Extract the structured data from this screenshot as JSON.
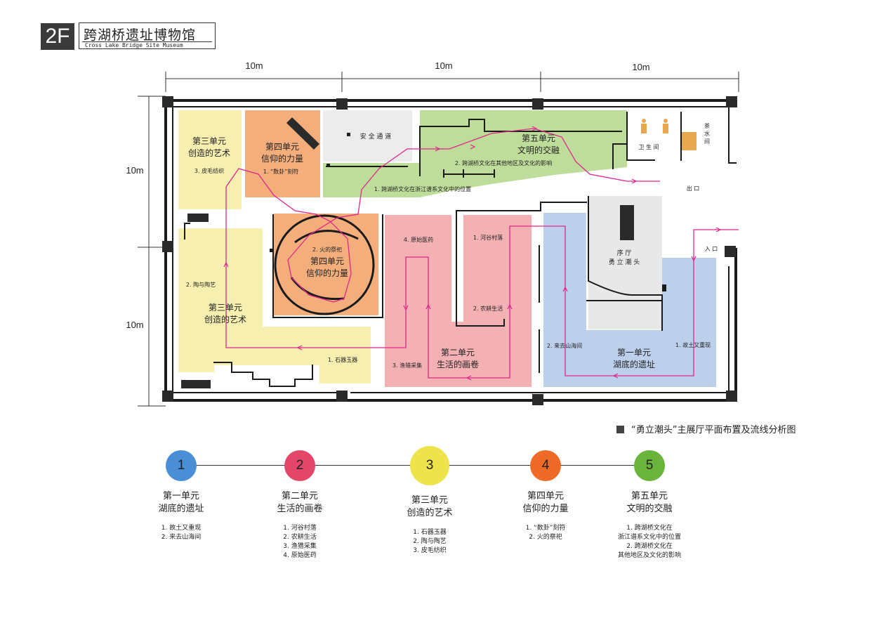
{
  "header": {
    "floor": "2F",
    "title": "跨湖桥遗址博物馆",
    "subtitle": "Cross Lake Bridge Site Museum"
  },
  "dimensions": {
    "top": [
      "10m",
      "10m",
      "10m"
    ],
    "left": [
      "10m",
      "10m"
    ]
  },
  "plan": {
    "zones": [
      {
        "id": "z3a",
        "label1": "第三单元",
        "label2": "创造的艺术",
        "sub": "3. 皮毛纺织",
        "color": "#f7efb0"
      },
      {
        "id": "z4a",
        "label1": "第四单元",
        "label2": "信仰的力量",
        "sub": "1. “数卦”刻符",
        "color": "#f3ae7c"
      },
      {
        "id": "safety",
        "label1": "安 全 通 道",
        "color": "#ececec"
      },
      {
        "id": "z5",
        "label1": "第五单元",
        "label2": "文明的交融",
        "sub": "1. 跨湖桥文化在浙江谱系文化中的位置",
        "sub2": "2. 跨湖桥文化在其他地区及文化的影响",
        "color": "#bfdd9a"
      },
      {
        "id": "z3b",
        "label1": "第三单元",
        "label2": "创造的艺术",
        "sub": "2. 陶与陶艺",
        "sub2": "1. 石器玉器",
        "color": "#f7efb0"
      },
      {
        "id": "z4b",
        "label1": "第四单元",
        "label2": "信仰的力量",
        "sub": "2. 火的祭祀",
        "color": "#f3ae7c"
      },
      {
        "id": "z2",
        "label1": "第二单元",
        "label2": "生活的画卷",
        "sub": "4. 原始医药",
        "sub2": "3. 渔猎采集",
        "sub3": "1. 河谷村落",
        "sub4": "2. 农耕生活",
        "color": "#f3b1b4"
      },
      {
        "id": "z1",
        "label1": "第一单元",
        "label2": "湖底的遗址",
        "sub": "2. 来去山海间",
        "sub2": "1. 故土又重现",
        "color": "#bcd0ec"
      },
      {
        "id": "lobby",
        "label1": "序 厅",
        "label2": "勇 立 潮 头",
        "color": "#e8e8e8"
      }
    ],
    "wc": "卫 生 间",
    "tea": "茶水间",
    "exit": "出 口",
    "entrance": "入 口",
    "colors": {
      "route": "#e0268c",
      "wall": "#1a1a1a"
    }
  },
  "caption": "“勇立潮头”主展厅平面布置及流线分析图",
  "timeline": {
    "units": [
      {
        "num": "1",
        "name": "第一单元",
        "title": "湖底的遗址",
        "color": "#4a8fd6",
        "items": [
          "1. 故土又重现",
          "2. 来去山海间"
        ]
      },
      {
        "num": "2",
        "name": "第二单元",
        "title": "生活的画卷",
        "color": "#e4466a",
        "items": [
          "1. 河谷村落",
          "2. 农耕生活",
          "3. 渔猎采集",
          "4. 原始医药"
        ]
      },
      {
        "num": "3",
        "name": "第三单元",
        "title": "创造的艺术",
        "color": "#efe34c",
        "items": [
          "1. 石器玉器",
          "2. 陶与陶艺",
          "3. 皮毛纺织"
        ]
      },
      {
        "num": "4",
        "name": "第四单元",
        "title": "信仰的力量",
        "color": "#ef6a26",
        "items": [
          "1. “数卦”刻符",
          "2. 火的祭祀"
        ]
      },
      {
        "num": "5",
        "name": "第五单元",
        "title": "文明的交融",
        "color": "#6ab43c",
        "items": [
          "1. 跨湖桥文化在",
          "浙江谱系文化中的位置",
          "2. 跨湖桥文化在",
          "其他地区及文化的影响"
        ]
      }
    ]
  }
}
